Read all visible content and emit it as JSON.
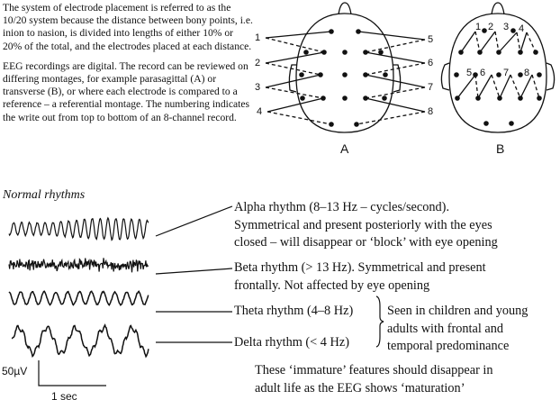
{
  "intro": {
    "paragraph1": "The system of electrode placement is referred to as the 10/20 system because the distance between bony points, i.e. inion to nasion, is divided into lengths of either 10% or 20% of the total, and the electrodes placed at each distance.",
    "paragraph2": "EEG recordings are digital. The record can be reviewed on differing montages, for example parasagittal (A) or transverse (B), or where each electrode is compared to a reference – a referential montage. The numbering indicates the write out from top to bottom of an 8-channel record."
  },
  "diagram": {
    "label_a": "A",
    "label_b": "B",
    "a_channels": [
      "1",
      "2",
      "3",
      "4",
      "5",
      "6",
      "7",
      "8"
    ],
    "b_channels": [
      "1",
      "2",
      "3",
      "4",
      "5",
      "6",
      "7",
      "8"
    ]
  },
  "rhythms": {
    "heading": "Normal rhythms",
    "alpha": [
      "Alpha rhythm (8–13 Hz – cycles/second).",
      "Symmetrical and present posteriorly with the eyes",
      "closed – will disappear or ‘block’ with eye opening"
    ],
    "beta": [
      "Beta rhythm (> 13 Hz). Symmetrical and present",
      "frontally. Not affected by eye opening"
    ],
    "theta": "Theta rhythm (4–8 Hz)",
    "delta": "Delta rhythm (< 4 Hz)",
    "bracket_note": [
      "Seen in children and young",
      "adults with frontal and",
      "temporal predominance"
    ],
    "maturation_note": [
      "These ‘immature’ features should disappear in",
      "adult life as the EEG shows ‘maturation’"
    ],
    "scale_amplitude": "50µV",
    "scale_time": "1 sec"
  }
}
